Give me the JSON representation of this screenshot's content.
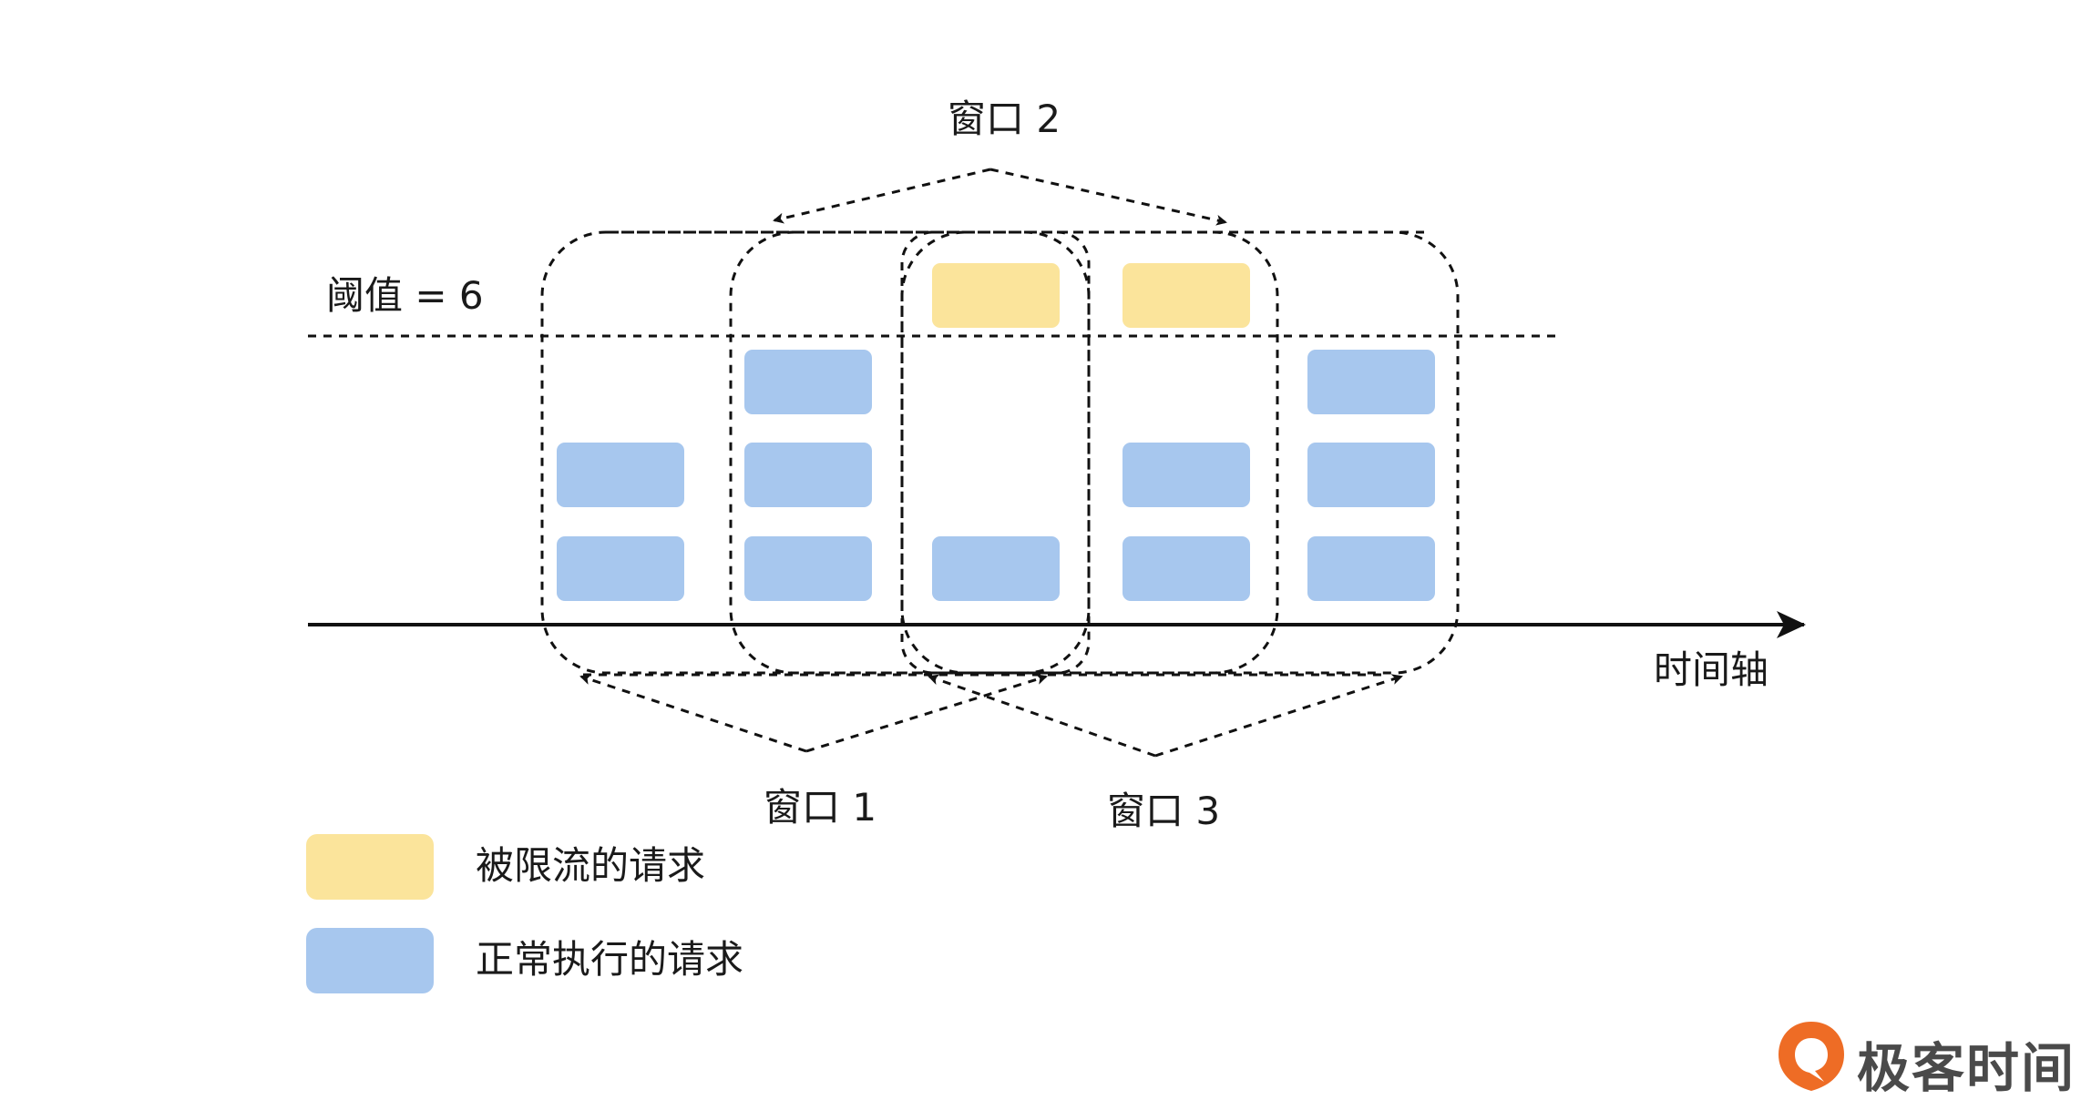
{
  "colors": {
    "limited": "#fbe49b",
    "normal": "#a7c7ee",
    "line": "#111111",
    "brand": "#ee6c25"
  },
  "labels": {
    "threshold": "阈值 = 6",
    "time_axis": "时间轴",
    "window1": "窗口 1",
    "window2": "窗口 2",
    "window3": "窗口 3"
  },
  "legend": {
    "limited_label": "被限流的请求",
    "normal_label": "正常执行的请求"
  },
  "brand": {
    "name": "极客时间",
    "icon": "geektime-logo-icon"
  },
  "slots": [
    {
      "normal": 2,
      "limited": 0
    },
    {
      "normal": 3,
      "limited": 0
    },
    {
      "normal": 1,
      "limited": 1
    },
    {
      "normal": 2,
      "limited": 1
    },
    {
      "normal": 3,
      "limited": 0
    }
  ]
}
